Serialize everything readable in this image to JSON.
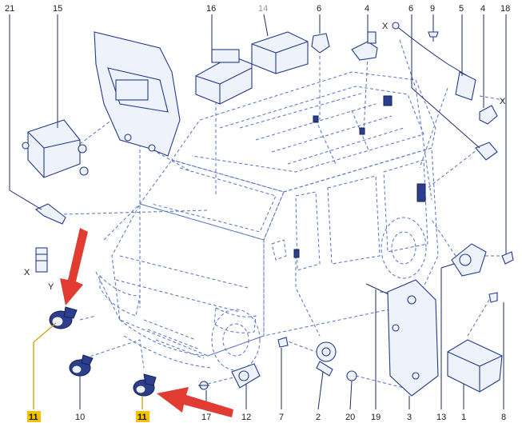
{
  "callouts": [
    {
      "id": "c21",
      "text": "21"
    },
    {
      "id": "c15",
      "text": "15"
    },
    {
      "id": "c16",
      "text": "16"
    },
    {
      "id": "c14",
      "text": "14"
    },
    {
      "id": "c6a",
      "text": "6"
    },
    {
      "id": "c4a",
      "text": "4"
    },
    {
      "id": "c6b",
      "text": "6"
    },
    {
      "id": "c9",
      "text": "9"
    },
    {
      "id": "c5",
      "text": "5"
    },
    {
      "id": "c4b",
      "text": "4"
    },
    {
      "id": "c18",
      "text": "18"
    },
    {
      "id": "c11a",
      "text": "11"
    },
    {
      "id": "c10",
      "text": "10"
    },
    {
      "id": "c11b",
      "text": "11"
    },
    {
      "id": "c17",
      "text": "17"
    },
    {
      "id": "c12",
      "text": "12"
    },
    {
      "id": "c7",
      "text": "7"
    },
    {
      "id": "c2",
      "text": "2"
    },
    {
      "id": "c20",
      "text": "20"
    },
    {
      "id": "c19",
      "text": "19"
    },
    {
      "id": "c3",
      "text": "3"
    },
    {
      "id": "c13",
      "text": "13"
    },
    {
      "id": "c1",
      "text": "1"
    },
    {
      "id": "c8",
      "text": "8"
    }
  ],
  "dimension_marks": {
    "x": "X",
    "y": "Y",
    "cross": "×"
  },
  "colors": {
    "line": "#5272c2",
    "part_outline": "#243a8a",
    "highlight_label": "#f2c200",
    "highlight_leader": "#d4a106",
    "arrow": "#e03c31"
  },
  "icons": [
    "red-arrow-pointer-icon"
  ]
}
